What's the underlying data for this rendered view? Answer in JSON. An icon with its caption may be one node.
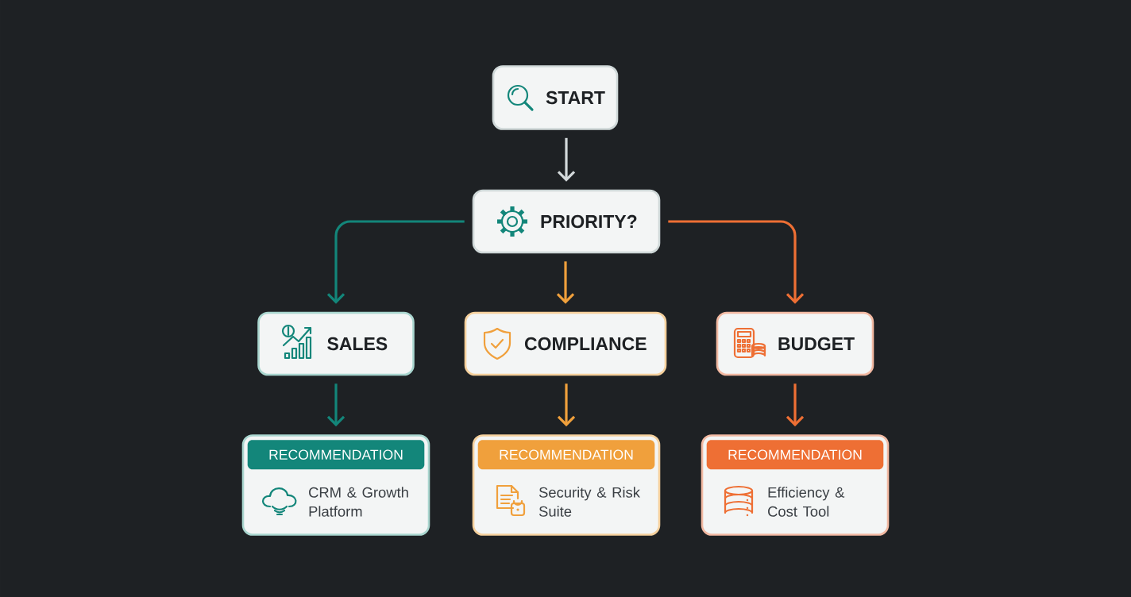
{
  "diagram": {
    "nodes": [
      {
        "text": [
          "START"
        ]
      },
      {
        "text": [
          "PRIORITY?"
        ]
      },
      {
        "text": [
          "SALES"
        ]
      },
      {
        "text": [
          "COMPLIANCE"
        ]
      },
      {
        "text": [
          "BUDGET"
        ]
      },
      {
        "text": [
          "RECOMMENDATION",
          "CRM & Growth Platform"
        ]
      },
      {
        "text": [
          "RECOMMENDATION",
          "Security & Risk Suite"
        ]
      },
      {
        "text": [
          "RECOMMENDATION",
          "Efficiency & Cost Tool"
        ]
      }
    ],
    "edges": [
      {
        "from": 0,
        "to": 1,
        "arrow": "to",
        "color": "#d3d9db"
      },
      {
        "from": 1,
        "to": 2,
        "arrow": "to",
        "color": "#13867a"
      },
      {
        "from": 1,
        "to": 3,
        "arrow": "to",
        "color": "#f0a03c"
      },
      {
        "from": 1,
        "to": 4,
        "arrow": "to",
        "color": "#ee6f34"
      },
      {
        "from": 2,
        "to": 5,
        "arrow": "to",
        "color": "#13867a"
      },
      {
        "from": 3,
        "to": 6,
        "arrow": "to",
        "color": "#f0a03c"
      },
      {
        "from": 4,
        "to": 7,
        "arrow": "to",
        "color": "#ee6f34"
      }
    ]
  }
}
